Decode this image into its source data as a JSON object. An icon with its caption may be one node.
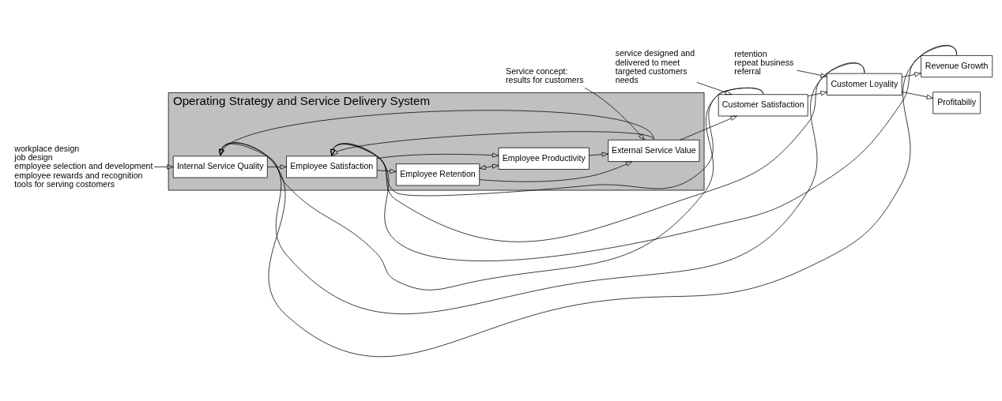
{
  "diagram": {
    "nodes": [
      {
        "text": [
          "Operating Strategy and Service Delivery System"
        ]
      },
      {
        "text": [
          "Internal Service Quality"
        ],
        "in": 0
      },
      {
        "text": [
          "Employee Satisfaction"
        ],
        "in": 0
      },
      {
        "text": [
          "Employee Retention"
        ],
        "in": 0
      },
      {
        "text": [
          "Employee Productivity"
        ],
        "in": 0
      },
      {
        "text": [
          "External Service Value"
        ],
        "in": 0
      },
      {
        "text": [
          "Customer Satisfaction"
        ]
      },
      {
        "text": [
          "Customer Loyality"
        ]
      },
      {
        "text": [
          "Revenue Growth"
        ]
      },
      {
        "text": [
          "Profitabiliy"
        ]
      },
      {
        "text": [
          "workplace design",
          "job design",
          "employee selection and development",
          "employee rewards and recognition",
          "tools for serving costomers"
        ]
      },
      {
        "text": [
          "service designed and delivered to meet targeted customers needs"
        ]
      },
      {
        "text": [
          "retention",
          "repeat business",
          "referral"
        ]
      },
      {
        "text": [
          "Service concept: results for customers"
        ]
      }
    ],
    "edges": [
      {
        "from": 1,
        "to": 2,
        "arrow": "to"
      },
      {
        "from": 2,
        "to": 3,
        "arrow": "to"
      },
      {
        "from": 2,
        "to": 4,
        "arrow": "to"
      },
      {
        "from": 3,
        "to": 4,
        "arrow": "both"
      },
      {
        "from": 3,
        "to": 5,
        "arrow": "to"
      },
      {
        "from": 4,
        "to": 5,
        "arrow": "to"
      },
      {
        "from": 5,
        "to": 6,
        "arrow": "to"
      },
      {
        "from": 6,
        "to": 7,
        "arrow": "to"
      },
      {
        "from": 7,
        "to": 8,
        "arrow": "to"
      },
      {
        "from": 7,
        "to": 9,
        "arrow": "to"
      },
      {
        "from": 5,
        "to": 1,
        "arrow": "to"
      },
      {
        "from": 5,
        "to": 2,
        "arrow": "to"
      },
      {
        "from": 6,
        "to": 1,
        "arrow": "to"
      },
      {
        "from": 6,
        "to": 2,
        "arrow": "to"
      },
      {
        "from": 7,
        "to": 1,
        "arrow": "to"
      },
      {
        "from": 7,
        "to": 2,
        "arrow": "to"
      },
      {
        "from": 8,
        "to": 1,
        "arrow": "to"
      },
      {
        "from": 8,
        "to": 2,
        "arrow": "to"
      },
      {
        "from": 10,
        "to": 1,
        "arrow": "to"
      },
      {
        "from": 11,
        "to": 6,
        "arrow": "to"
      },
      {
        "from": 12,
        "to": 7,
        "arrow": "to"
      },
      {
        "from": 13,
        "to": 5,
        "arrow": "to"
      }
    ]
  }
}
